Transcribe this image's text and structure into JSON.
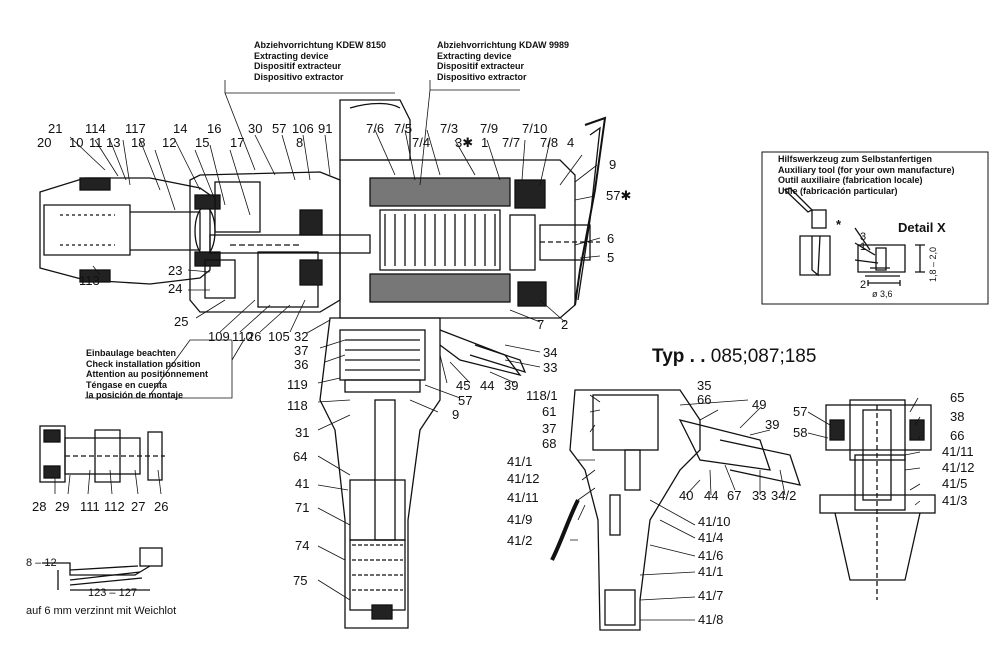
{
  "notes": {
    "kdew": [
      "Abziehvorrichtung KDEW 8150",
      "Extracting device",
      "Dispositif extracteur",
      "Dispositivo extractor"
    ],
    "kdaw": [
      "Abziehvorrichtung KDAW 9989",
      "Extracting device",
      "Dispositif extracteur",
      "Dispositivo extractor"
    ],
    "install": [
      "Einbaulage beachten",
      "Check installation position",
      "Attention au positionnement",
      "Téngase en cuenta",
      "la posición de montaje"
    ],
    "aux": [
      "Hilfswerkzeug zum Selbstanfertigen",
      "Auxiliary tool (for your own manufacture)",
      "Outil auxiliaire (fabrication locale)",
      "Utile (fabricación particular)"
    ]
  },
  "type_prefix": "Typ . .",
  "type_models": "085;087;185",
  "detail_title": "Detail X",
  "detail_star": "*",
  "detail_labels": {
    "three": "3",
    "one": "1",
    "two": "2",
    "dim_height": "1,8 – 2,0",
    "dim_diameter": "ø 3,6"
  },
  "wire_labels": {
    "strip": "8 – 12",
    "length": "123 – 127",
    "caption": "auf 6 mm verzinnt mit Weichlot"
  },
  "part_labels": {
    "p21": "21",
    "p114": "114",
    "p117": "117",
    "p14": "14",
    "p16": "16",
    "p30": "30",
    "p57a": "57",
    "p106": "106",
    "p91": "91",
    "p76": "7/6",
    "p75": "7/5",
    "p73": "7/3",
    "p79": "7/9",
    "p710": "7/10",
    "p20": "20",
    "p10": "10",
    "p11": "11",
    "p13": "13",
    "p18": "18",
    "p12": "12",
    "p15": "15",
    "p17": "17",
    "p8": "8",
    "p74": "7/4",
    "p3star": "3✱",
    "p1": "1",
    "p77": "7/7",
    "p78": "7/8",
    "p4": "4",
    "p9a": "9",
    "p57star": "57✱",
    "p6": "6",
    "p5": "5",
    "p113": "113",
    "p23": "23",
    "p24": "24",
    "p25": "25",
    "p7": "7",
    "p2": "2",
    "p109": "109",
    "p110": "110",
    "p26a": "26",
    "p105": "105",
    "p32": "32",
    "p37a": "37",
    "p36": "36",
    "p34": "34",
    "p33a": "33",
    "p119": "119",
    "p45": "45",
    "p44a": "44",
    "p39a": "39",
    "p57b": "57",
    "p118a": "118",
    "p9b": "9",
    "p31": "31",
    "p64": "64",
    "p41a": "41",
    "p71": "71",
    "p74b": "74",
    "p75b": "75",
    "p28": "28",
    "p29": "29",
    "p111": "111",
    "p112": "112",
    "p27": "27",
    "p26b": "26",
    "p118_1": "118/1",
    "p61": "61",
    "p37b": "37",
    "p68": "68",
    "p35": "35",
    "p66a": "66",
    "p49": "49",
    "p39b": "39",
    "p41_1a": "41/1",
    "p41_12a": "41/12",
    "p41_11a": "41/11",
    "p41_9": "41/9",
    "p41_2": "41/2",
    "p40": "40",
    "p44b": "44",
    "p67": "67",
    "p33b": "33",
    "p34_2": "34/2",
    "p41_10": "41/10",
    "p41_4": "41/4",
    "p41_6": "41/6",
    "p41_1b": "41/1",
    "p41_7": "41/7",
    "p41_8": "41/8",
    "p57c": "57",
    "p58": "58",
    "p65": "65",
    "p38": "38",
    "p66b": "66",
    "p41_11b": "41/11",
    "p41_12b": "41/12",
    "p41_5": "41/5",
    "p41_3": "41/3"
  }
}
